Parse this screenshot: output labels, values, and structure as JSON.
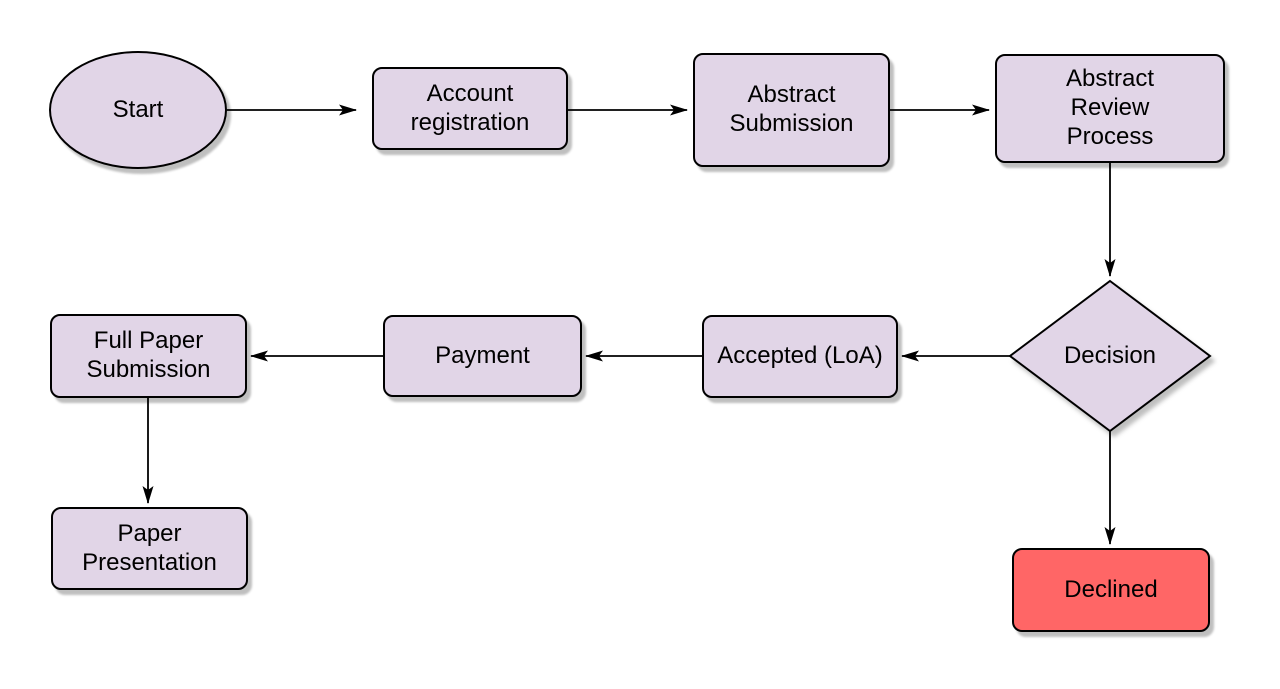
{
  "flowchart": {
    "nodes": {
      "start": {
        "label": "Start",
        "shape": "ellipse",
        "fill": "#E1D5E7"
      },
      "account_registration": {
        "label": "Account\nregistration",
        "shape": "rounded-rect",
        "fill": "#E1D5E7"
      },
      "abstract_submission": {
        "label": "Abstract\nSubmission",
        "shape": "rounded-rect",
        "fill": "#E1D5E7"
      },
      "abstract_review_process": {
        "label": "Abstract\nReview\nProcess",
        "shape": "rounded-rect",
        "fill": "#E1D5E7"
      },
      "decision": {
        "label": "Decision",
        "shape": "diamond",
        "fill": "#E1D5E7"
      },
      "accepted_loa": {
        "label": "Accepted (LoA)",
        "shape": "rounded-rect",
        "fill": "#E1D5E7"
      },
      "payment": {
        "label": "Payment",
        "shape": "rounded-rect",
        "fill": "#E1D5E7"
      },
      "full_paper_submission": {
        "label": "Full Paper\nSubmission",
        "shape": "rounded-rect",
        "fill": "#E1D5E7"
      },
      "paper_presentation": {
        "label": "Paper\nPresentation",
        "shape": "rounded-rect",
        "fill": "#E1D5E7"
      },
      "declined": {
        "label": "Declined",
        "shape": "rounded-rect",
        "fill": "#FF6666"
      }
    },
    "edges": [
      {
        "from": "start",
        "to": "account_registration",
        "direction": "right"
      },
      {
        "from": "account_registration",
        "to": "abstract_submission",
        "direction": "right"
      },
      {
        "from": "abstract_submission",
        "to": "abstract_review_process",
        "direction": "right"
      },
      {
        "from": "abstract_review_process",
        "to": "decision",
        "direction": "down"
      },
      {
        "from": "decision",
        "to": "accepted_loa",
        "direction": "left"
      },
      {
        "from": "accepted_loa",
        "to": "payment",
        "direction": "left"
      },
      {
        "from": "payment",
        "to": "full_paper_submission",
        "direction": "left"
      },
      {
        "from": "full_paper_submission",
        "to": "paper_presentation",
        "direction": "down"
      },
      {
        "from": "decision",
        "to": "declined",
        "direction": "down"
      }
    ],
    "colors": {
      "node_fill": "#E1D5E7",
      "declined_fill": "#FF6666",
      "stroke": "#000000",
      "connector": "#000000",
      "text": "#000000",
      "background": "#FFFFFF"
    }
  }
}
